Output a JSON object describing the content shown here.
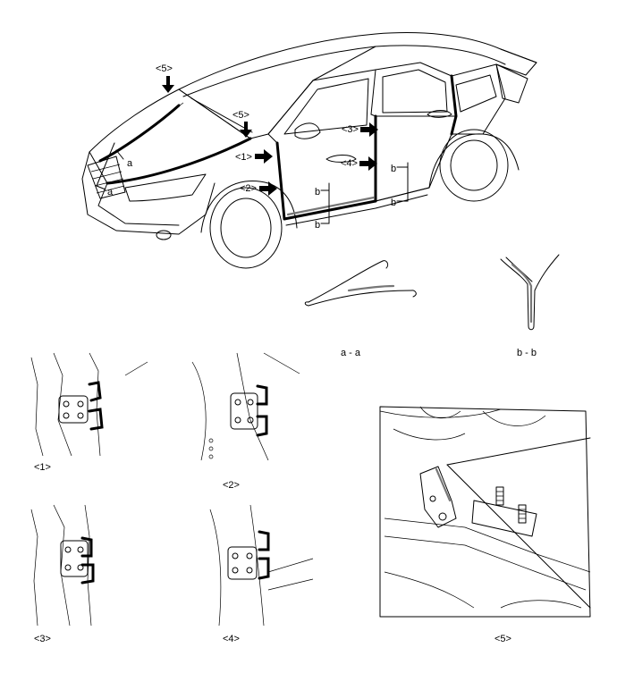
{
  "callouts": {
    "c1": "<1>",
    "c2": "<2>",
    "c3": "<3>",
    "c4": "<4>",
    "c5_hood": "<5>",
    "c5_pillar": "<5>",
    "a_top": "a",
    "a_bottom": "a",
    "b_1": "b",
    "b_2": "b",
    "b_3": "b",
    "b_4": "b"
  },
  "section_captions": {
    "aa": "a - a",
    "bb": "b - b"
  },
  "detail_captions": {
    "d1": "<1>",
    "d2": "<2>",
    "d3": "<3>",
    "d4": "<4>",
    "d5": "<5>"
  },
  "colors": {
    "line": "#000000",
    "sealer_gray": "#777777",
    "background": "#ffffff"
  }
}
